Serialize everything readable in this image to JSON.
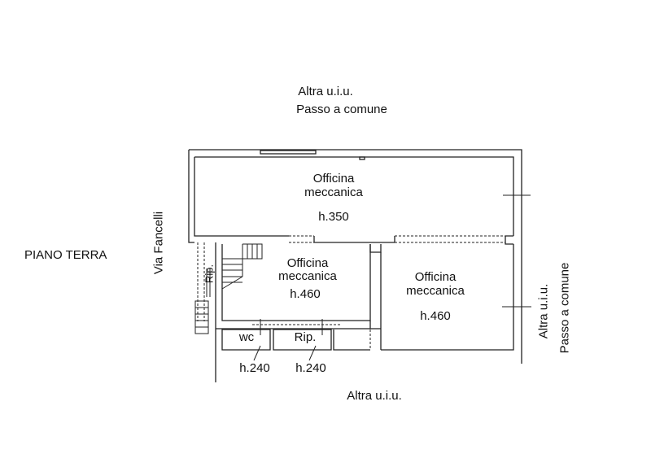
{
  "labels": {
    "top_neighbor": "Altra u.i.u.",
    "top_passage": "Passo a comune",
    "floor_name": "PIANO TERRA",
    "street": "Via Fancelli",
    "right_neighbor": "Altra u.i.u.",
    "right_passage": "Passo a comune",
    "bottom_neighbor": "Altra u.i.u."
  },
  "rooms": [
    {
      "name": "Officina",
      "name2": "meccanica",
      "height": "h.350"
    },
    {
      "name": "Officina",
      "name2": "meccanica",
      "height": "h.460"
    },
    {
      "name": "Officina",
      "name2": "meccanica",
      "height": "h.460"
    },
    {
      "name": "wc",
      "height": "h.240"
    },
    {
      "name": "Rip.",
      "height": "h.240"
    },
    {
      "name": "Rip."
    }
  ]
}
